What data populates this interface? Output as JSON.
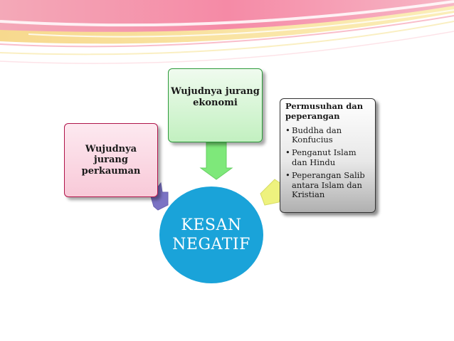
{
  "colors": {
    "banner_pink": "#f58aa6",
    "banner_yellow": "#f6e59a",
    "arrow_purple": "#7b73c4",
    "arrow_green": "#7ee87a",
    "arrow_yellow": "#eef27e",
    "circle_blue": "#1aa3d9"
  },
  "boxes": {
    "perkauman": {
      "label": "Wujudnya jurang perkauman"
    },
    "ekonomi": {
      "label": "Wujudnya jurang ekonomi"
    },
    "permusuhan": {
      "heading": "Permusuhan dan peperangan",
      "bullets": [
        "Buddha dan Konfucius",
        "Penganut Islam dan Hindu",
        "Peperangan Salib antara Islam dan Kristian"
      ]
    }
  },
  "center": {
    "line1": "KESAN",
    "line2": "NEGATIF"
  }
}
